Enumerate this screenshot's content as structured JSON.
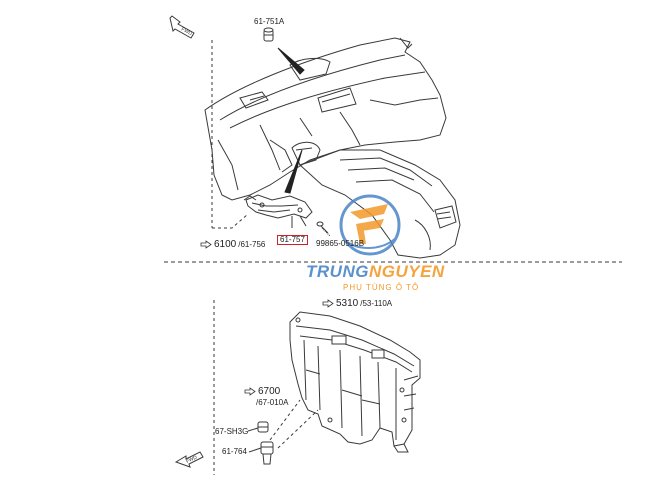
{
  "labels": {
    "part_61_751A": "61-751A",
    "part_61_757": "61-757",
    "part_99865": "99865-0516B",
    "part_67_SH3G": "67-SH3G",
    "part_61_764": "61-764"
  },
  "refs": {
    "ref_6100": {
      "main": "6100",
      "sub": "/61-756"
    },
    "ref_5310": {
      "main": "5310",
      "sub": "/53-110A"
    },
    "ref_6700": {
      "main": "6700",
      "sub": "/67-010A"
    }
  },
  "fwd_arrows": [
    "FWD",
    "FWD"
  ],
  "watermark": {
    "brand_a": "TRUNG",
    "brand_b": "NGUYEN",
    "tagline": "PHỤ TÙNG Ô TÔ"
  },
  "colors": {
    "line": "#3a3a3a",
    "highlight_box": "#d0202a",
    "watermark_blue": "#4a86c8",
    "watermark_orange": "#f39a2b"
  }
}
